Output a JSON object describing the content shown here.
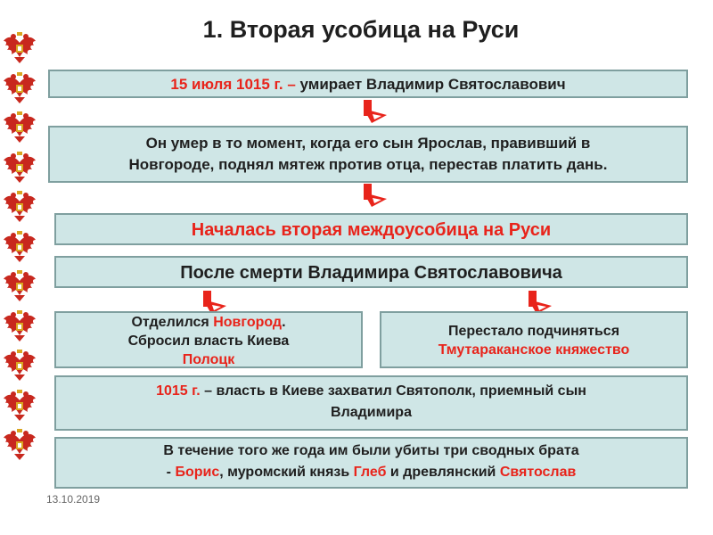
{
  "title": "1. Вторая усобица на Руси",
  "box1": {
    "date": "15 июля 1015 г. – ",
    "text": "умирает Владимир Святославович"
  },
  "box2": {
    "line1": "Он умер в то момент, когда его сын Ярослав, правивший в",
    "line2": "Новгороде, поднял мятеж против отца, перестав платить дань."
  },
  "box3": {
    "text": "Началась вторая междоусобица на Руси"
  },
  "box4": {
    "text": "После смерти Владимира Святославовича"
  },
  "box5": {
    "prefix": "Отделился ",
    "red1": "Новгород",
    "suffix": ".",
    "line2": "Сбросил власть Киева",
    "red2": "Полоцк"
  },
  "box6": {
    "line1": "Перестало подчиняться",
    "red": "Тмутараканское княжество"
  },
  "box7": {
    "red": "1015 г.",
    "text": " – власть в Киеве захватил Святополк, приемный сын",
    "line2": "Владимира"
  },
  "box8": {
    "line1": "В течение того же года им были убиты три сводных брата",
    "dash": "- ",
    "boris": "Борис",
    "mid1": ", муромский князь ",
    "gleb": "Глеб",
    "mid2": " и древлянский ",
    "svyat": "Святослав"
  },
  "date": "13.10.2019",
  "colors": {
    "accent": "#e8241b",
    "box_fill": "#cfe6e6",
    "box_border": "#7f9f9f"
  },
  "icons": [
    "double-headed-eagle-icon",
    "arrow-down-icon"
  ]
}
